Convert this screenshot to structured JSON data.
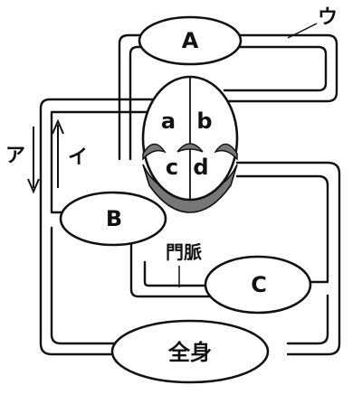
{
  "labels": {
    "organ_a": "A",
    "organ_b": "B",
    "organ_c": "C",
    "whole_body": "全身",
    "vessel_u": "ウ",
    "arrow_a": "ア",
    "arrow_i": "イ",
    "portal_vein": "門脈",
    "chamber_a": "a",
    "chamber_b": "b",
    "chamber_c": "c",
    "chamber_d": "d"
  },
  "colors": {
    "line": "#111111",
    "valve_fill": "#777777",
    "background": "#ffffff"
  }
}
